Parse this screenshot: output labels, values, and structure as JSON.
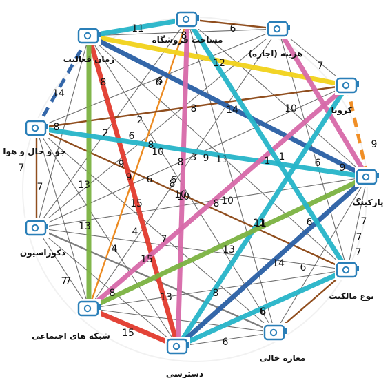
{
  "diagram": {
    "nodes": [
      {
        "id": "masahat",
        "label": "مساحت فروشگاه"
      },
      {
        "id": "hazine",
        "label": "هزینه (اجاره)"
      },
      {
        "id": "zaman",
        "label": "زمان فعالیت"
      },
      {
        "id": "corona",
        "label": "کرونا"
      },
      {
        "id": "jav",
        "label": "جو و حال و هوا"
      },
      {
        "id": "parking",
        "label": "پارکینگ"
      },
      {
        "id": "decor",
        "label": "دکوراسیون"
      },
      {
        "id": "malekiyat",
        "label": "نوع مالکیت"
      },
      {
        "id": "shabake",
        "label": "شبکه های اجتماعی"
      },
      {
        "id": "maghaze",
        "label": "مغازه خالی"
      },
      {
        "id": "dastresi",
        "label": "دسترسی"
      }
    ],
    "edges": [
      {
        "from": "zaman",
        "to": "masahat",
        "weight": "11",
        "color": "#26b5c9",
        "strength": "strong"
      },
      {
        "from": "masahat",
        "to": "hazine",
        "weight": "6",
        "color": "#8b4513",
        "strength": "medium"
      },
      {
        "from": "zaman",
        "to": "hazine",
        "weight": "8",
        "color": "#555555",
        "strength": "thin"
      },
      {
        "from": "zaman",
        "to": "corona",
        "weight": "12",
        "color": "#f2d21b",
        "strength": "strong"
      },
      {
        "from": "zaman",
        "to": "parking",
        "weight": "14",
        "color": "#2a5fa5",
        "strength": "strong"
      },
      {
        "from": "zaman",
        "to": "dastresi",
        "weight": "8",
        "color": "#e23b2e",
        "strength": "strong"
      },
      {
        "from": "zaman",
        "to": "shabake",
        "weight": "13",
        "color": "#7cb342",
        "strength": "strong"
      },
      {
        "from": "masahat",
        "to": "shabake",
        "weight": "6",
        "color": "#f08a1c",
        "strength": "medium"
      },
      {
        "from": "masahat",
        "to": "dastresi",
        "weight": "10",
        "color": "#d76aa9",
        "strength": "strong"
      },
      {
        "from": "hazine",
        "to": "parking",
        "weight": "10",
        "color": "#d76aa9",
        "strength": "strong"
      },
      {
        "from": "jav",
        "to": "corona",
        "weight": "8",
        "color": "#8b4513",
        "strength": "medium"
      },
      {
        "from": "jav",
        "to": "parking",
        "weight": "11",
        "color": "#26b5c9",
        "strength": "strong"
      },
      {
        "from": "corona",
        "to": "dastresi",
        "weight": "1",
        "color": "#26b5c9",
        "strength": "strong"
      },
      {
        "from": "corona",
        "to": "shabake",
        "weight": "10",
        "color": "#d76aa9",
        "strength": "strong"
      },
      {
        "from": "parking",
        "to": "shabake",
        "weight": "13",
        "color": "#7cb342",
        "strength": "strong"
      },
      {
        "from": "parking",
        "to": "dastresi",
        "weight": "14",
        "color": "#2a5fa5",
        "strength": "strong"
      },
      {
        "from": "shabake",
        "to": "dastresi",
        "weight": "15",
        "color": "#e23b2e",
        "strength": "strong"
      },
      {
        "from": "dastresi",
        "to": "maghaze",
        "weight": "6",
        "color": "#555555",
        "strength": "thin"
      },
      {
        "from": "decor",
        "to": "shabake",
        "weight": "7",
        "color": "#555555",
        "strength": "thin"
      },
      {
        "from": "jav",
        "to": "decor",
        "weight": "7",
        "color": "#8b4513",
        "strength": "medium"
      },
      {
        "from": "zaman",
        "to": "jav",
        "weight": "14",
        "color": "#2a5fa5",
        "strength": "dashed"
      },
      {
        "from": "corona",
        "to": "parking",
        "weight": "9",
        "color": "#f08a1c",
        "strength": "dashed"
      },
      {
        "from": "hazine",
        "to": "corona",
        "weight": "7",
        "color": "#555555",
        "strength": "thin"
      },
      {
        "from": "parking",
        "to": "malekiyat",
        "weight": "7",
        "color": "#555555",
        "strength": "thin"
      },
      {
        "from": "jav",
        "to": "malekiyat",
        "weight": "6",
        "color": "#8b4513",
        "strength": "medium"
      },
      {
        "from": "masahat",
        "to": "malekiyat",
        "weight": "9",
        "color": "#26b5c9",
        "strength": "strong"
      },
      {
        "from": "malekiyat",
        "to": "maghaze",
        "weight": "8",
        "color": "#8b4513",
        "strength": "medium"
      },
      {
        "from": "decor",
        "to": "maghaze",
        "weight": "4",
        "color": "#777777",
        "strength": "medium"
      },
      {
        "from": "malekiyat",
        "to": "shabake",
        "weight": "8",
        "color": "#555555",
        "strength": "thin"
      },
      {
        "from": "jav",
        "to": "dastresi",
        "weight": "2",
        "color": "#555555",
        "strength": "thin"
      },
      {
        "from": "zaman",
        "to": "maghaze",
        "weight": "6",
        "color": "#555555",
        "strength": "thin"
      },
      {
        "from": "decor",
        "to": "dastresi",
        "weight": "7",
        "color": "#555555",
        "strength": "thin"
      },
      {
        "from": "decor",
        "to": "corona",
        "weight": "3",
        "color": "#555555",
        "strength": "thin"
      },
      {
        "from": "jav",
        "to": "shabake",
        "weight": "7",
        "color": "#555555",
        "strength": "thin"
      },
      {
        "from": "decor",
        "to": "parking",
        "weight": "9",
        "color": "#555555",
        "strength": "thin"
      },
      {
        "from": "malekiyat",
        "to": "dastresi",
        "weight": "11",
        "color": "#26b5c9",
        "strength": "strong"
      },
      {
        "from": "hazine",
        "to": "malekiyat",
        "weight": "6",
        "color": "#555555",
        "strength": "thin"
      },
      {
        "from": "masahat",
        "to": "parking",
        "weight": "9",
        "color": "#555555",
        "strength": "thin"
      },
      {
        "from": "zaman",
        "to": "malekiyat",
        "weight": "11",
        "color": "#555555",
        "strength": "thin"
      },
      {
        "from": "jav",
        "to": "hazine",
        "weight": "6",
        "color": "#555555",
        "strength": "thin"
      },
      {
        "from": "decor",
        "to": "masahat",
        "weight": "15",
        "color": "#555555",
        "strength": "thin"
      },
      {
        "from": "parking",
        "to": "maghaze",
        "weight": "6",
        "color": "#555555",
        "strength": "thin"
      },
      {
        "from": "shabake",
        "to": "hazine",
        "weight": "8",
        "color": "#555555",
        "strength": "thin"
      },
      {
        "from": "decor",
        "to": "hazine",
        "weight": "10",
        "color": "#555555",
        "strength": "thin"
      },
      {
        "from": "shabake",
        "to": "maghaze",
        "weight": "8",
        "color": "#555555",
        "strength": "thin"
      },
      {
        "from": "decor",
        "to": "malekiyat",
        "weight": "13",
        "color": "#555555",
        "strength": "thin"
      },
      {
        "from": "shabake",
        "to": "masahat",
        "weight": "4",
        "color": "#555555",
        "strength": "thin"
      },
      {
        "from": "jav",
        "to": "maghaze",
        "weight": "8",
        "color": "#555555",
        "strength": "thin"
      },
      {
        "from": "zaman",
        "to": "decor",
        "weight": "7",
        "color": "#555555",
        "strength": "thin"
      },
      {
        "from": "masahat",
        "to": "maghaze",
        "weight": "6",
        "color": "#555555",
        "strength": "thin"
      }
    ],
    "loose_labels": [
      {
        "id": "l1",
        "text": "7"
      },
      {
        "id": "l2",
        "text": "7"
      },
      {
        "id": "l3",
        "text": "8"
      },
      {
        "id": "l4",
        "text": "15"
      },
      {
        "id": "l5",
        "text": "13"
      },
      {
        "id": "l6",
        "text": "8"
      },
      {
        "id": "l7",
        "text": "9"
      },
      {
        "id": "l8",
        "text": "2"
      },
      {
        "id": "l9",
        "text": "1"
      },
      {
        "id": "l10",
        "text": "6"
      },
      {
        "id": "l11",
        "text": "10"
      },
      {
        "id": "l12",
        "text": "6"
      },
      {
        "id": "l13",
        "text": "8"
      }
    ]
  },
  "colors": {
    "icon_stroke": "#2a7fb8",
    "label": "#111111",
    "background": "#ffffff"
  }
}
